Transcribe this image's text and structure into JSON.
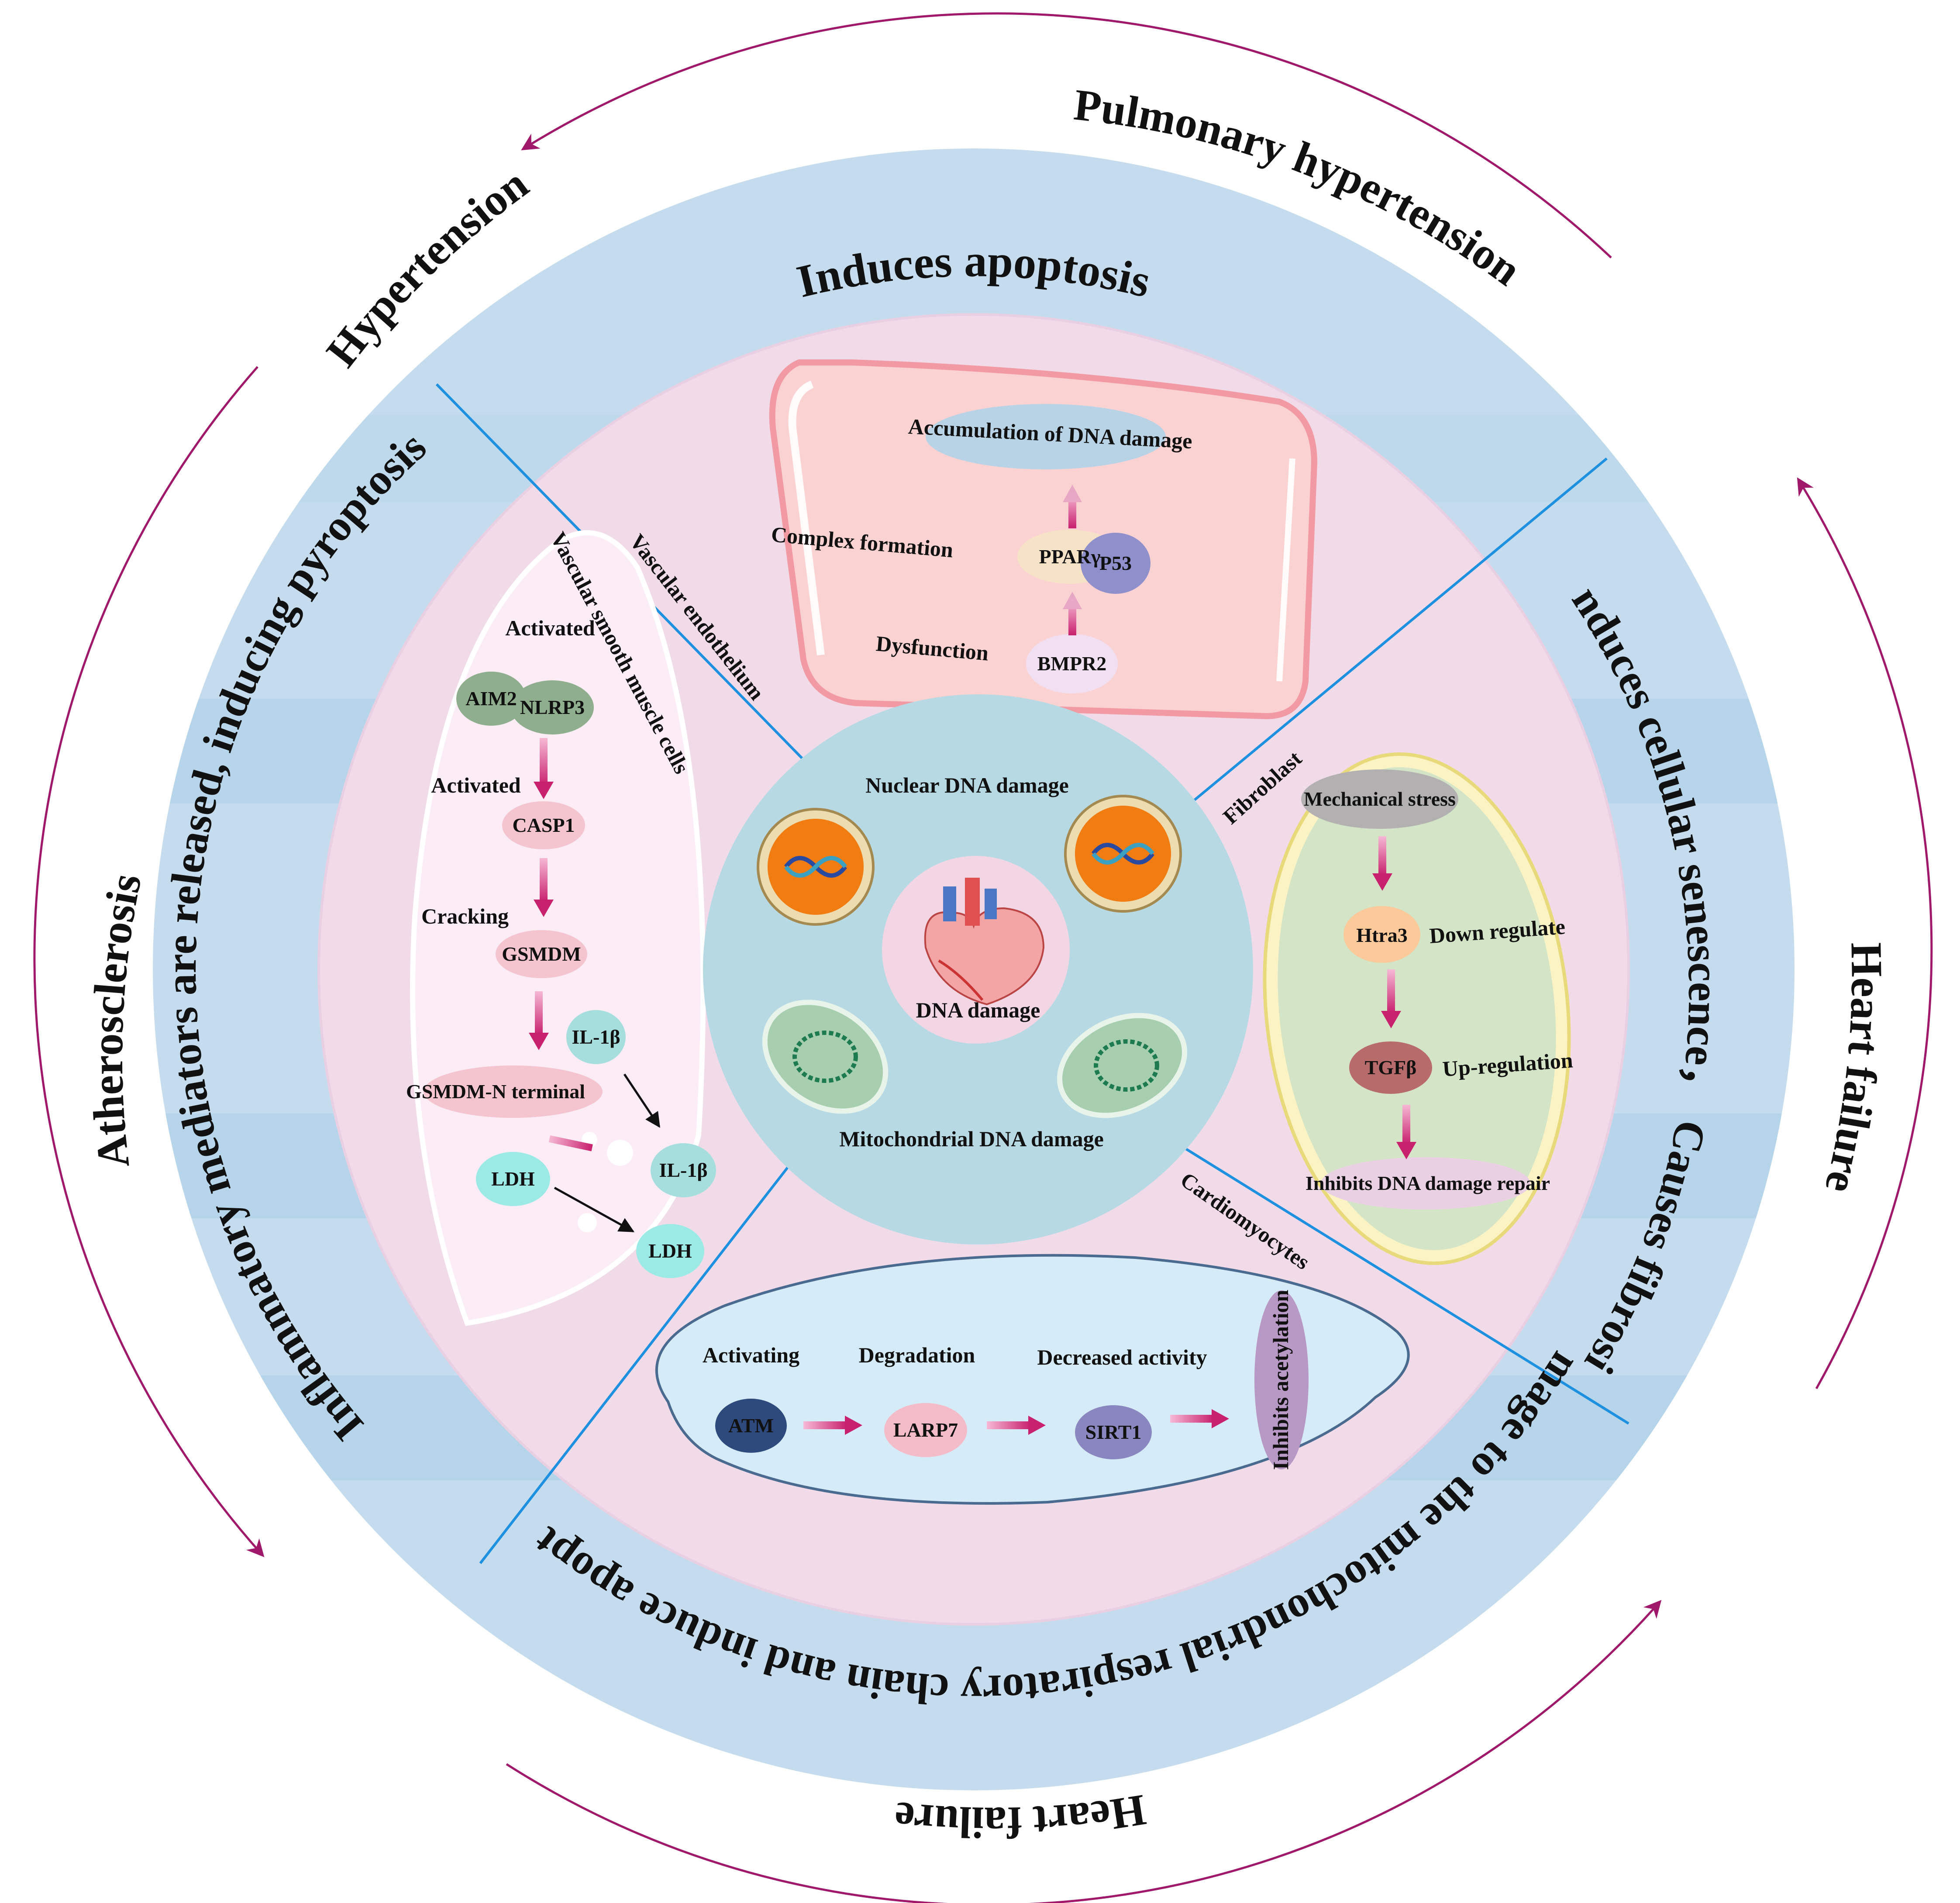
{
  "outer_labels": {
    "pulmonary_hypertension": "Pulmonary hypertension",
    "hypertension": "Hypertension",
    "atherosclerosis": "Atherosclerosis",
    "heart_failure_right": "Heart failure",
    "heart_failure_bottom": "Heart failure"
  },
  "ring_labels": {
    "top": "Induces apoptosis",
    "left": "Inflammatory mediators are released, inducing pyroptosis",
    "right": "Induces cellular senescence， Causes fibrosis",
    "bottom": "Damage to the mitochondrial respiratory chain and induce apoptosis"
  },
  "cell_types": {
    "vascular_endothelium": "Vascular endothelium",
    "vsmc": "Vascular smooth muscle cells",
    "fibroblast": "Fibroblast",
    "cardiomyocytes": "Cardiomyocytes"
  },
  "center": {
    "nuclear": "Nuclear DNA damage",
    "mitochondrial": "Mitochondrial DNA damage",
    "core": "DNA damage"
  },
  "endothelium_panel": {
    "title": "Accumulation of DNA damage",
    "complex": "Complex formation",
    "dysfunction": "Dysfunction",
    "pparg": "PPARγ",
    "p53": "P53",
    "bmpr2": "BMPR2"
  },
  "vsmc_panel": {
    "activated1": "Activated",
    "aim2": "AIM2",
    "nlrp3": "NLRP3",
    "activated2": "Activated",
    "casp1": "CASP1",
    "cracking": "Cracking",
    "gsmdm": "GSMDM",
    "il1b_inner": "IL-1β",
    "gsmdm_n": "GSMDM-N terminal",
    "ldh_inner": "LDH",
    "il1b_out": "IL-1β",
    "ldh_out": "LDH"
  },
  "fibroblast_panel": {
    "stress": "Mechanical stress",
    "htra3": "Htra3",
    "down": "Down regulate",
    "tgfb": "TGFβ",
    "up": "Up-regulation",
    "inhibit": "Inhibits DNA damage repair"
  },
  "cardiomyocyte_panel": {
    "activating": "Activating",
    "degradation": "Degradation",
    "decreased": "Decreased activity",
    "atm": "ATM",
    "larp7": "LARP7",
    "sirt1": "SIRT1",
    "acetyl": "Inhibits acetylation"
  },
  "colors": {
    "ring_blue": "#c4dcee",
    "band_blue": "#b8d6ea",
    "inner_pink": "#f2dbe8",
    "center_blue": "#b7d9e3",
    "arrow_magenta": "#c8216e",
    "divider": "#1e90e0"
  }
}
